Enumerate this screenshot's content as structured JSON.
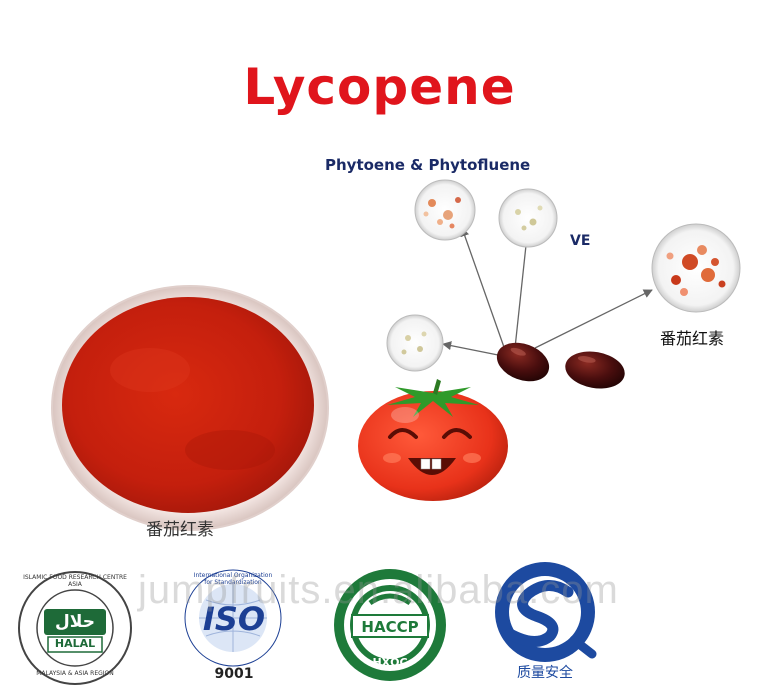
{
  "title": "Lycopene",
  "subtitle": "Phytoene & Phytofluene",
  "ve_label": "VE",
  "chinese_right": "番茄红素",
  "chinese_dish": "番茄红素",
  "watermark": "jumpfruits.en.alibaba.com",
  "certifications": {
    "halal": {
      "ring_text": "ISLAMIC FOOD RESEARCH CENTRE ASIA",
      "bottom_text": "MALAYSIA & ASIA REGION",
      "arabic": "حلال",
      "label": "HALAL"
    },
    "iso": {
      "ring_text": "International Organization for Standardization",
      "label": "ISO",
      "number": "9001"
    },
    "haccp": {
      "label": "HACCP",
      "bottom": "HXQC"
    },
    "qs": {
      "label": "质量安全"
    }
  },
  "colors": {
    "title": "#e0151c",
    "subtitle": "#1a2a66",
    "powder": "#c9200f",
    "tomato": "#e8321a",
    "capsule": "#4a0e0e",
    "halal_green": "#1e6a38",
    "iso_blue": "#1c3f94",
    "qs_blue": "#1d4aa0"
  }
}
